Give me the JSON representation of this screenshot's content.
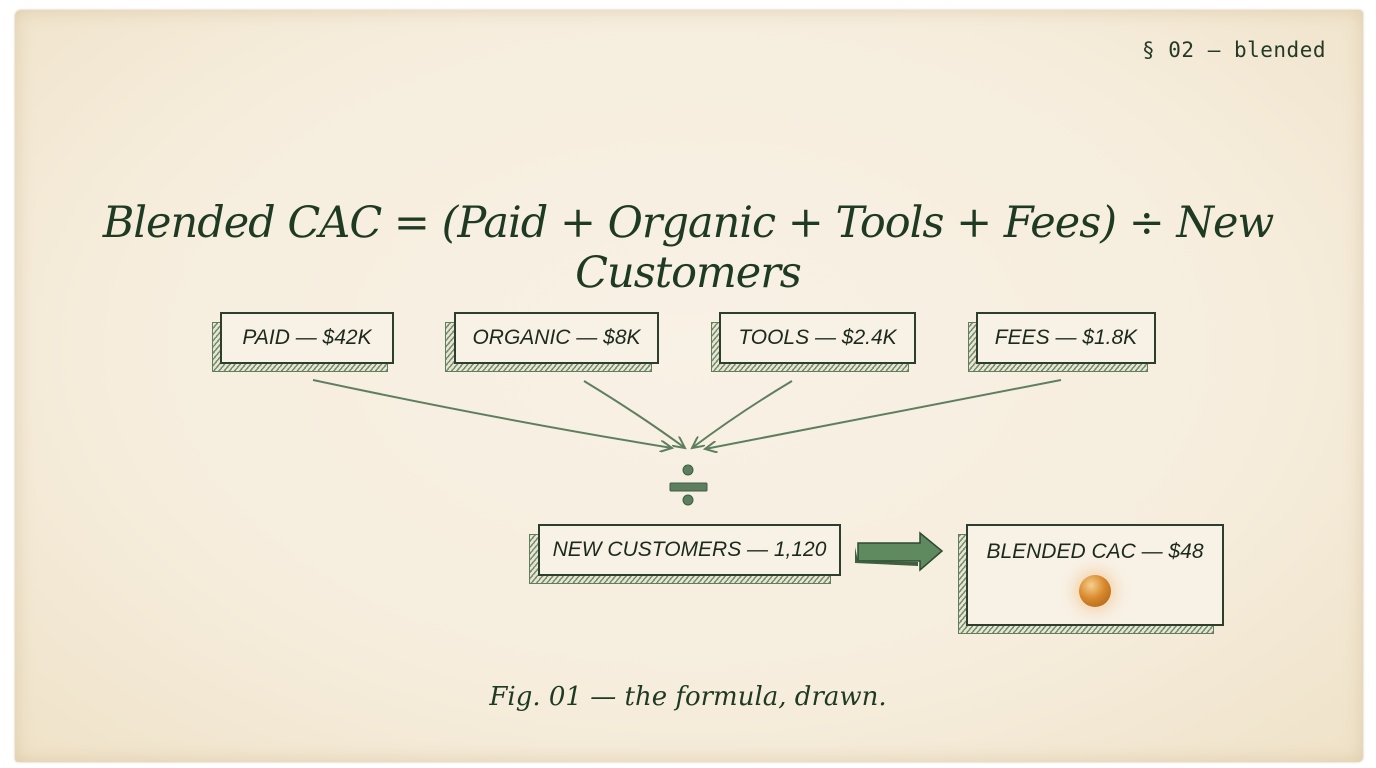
{
  "section_tag": "§ 02 — blended",
  "formula": "Blended CAC = (Paid + Organic + Tools + Fees) ÷ New Customers",
  "inputs": [
    {
      "label": "PAID — $42K",
      "name": "Paid",
      "value": "$42K"
    },
    {
      "label": "ORGANIC — $8K",
      "name": "Organic",
      "value": "$8K"
    },
    {
      "label": "TOOLS — $2.4K",
      "name": "Tools",
      "value": "$2.4K"
    },
    {
      "label": "FEES — $1.8K",
      "name": "Fees",
      "value": "$1.8K"
    }
  ],
  "operator": "÷",
  "divisor": {
    "label": "NEW CUSTOMERS — 1,120",
    "name": "New Customers",
    "value": "1,120"
  },
  "result": {
    "label": "BLENDED CAC — $48",
    "name": "Blended CAC",
    "value": "$48"
  },
  "caption": "Fig. 01 — the formula, drawn.",
  "colors": {
    "ink": "#1f3a22",
    "arrow": "#5e7f5f",
    "paper": "#f6eddd",
    "accent_orb": "#d98a2e"
  }
}
